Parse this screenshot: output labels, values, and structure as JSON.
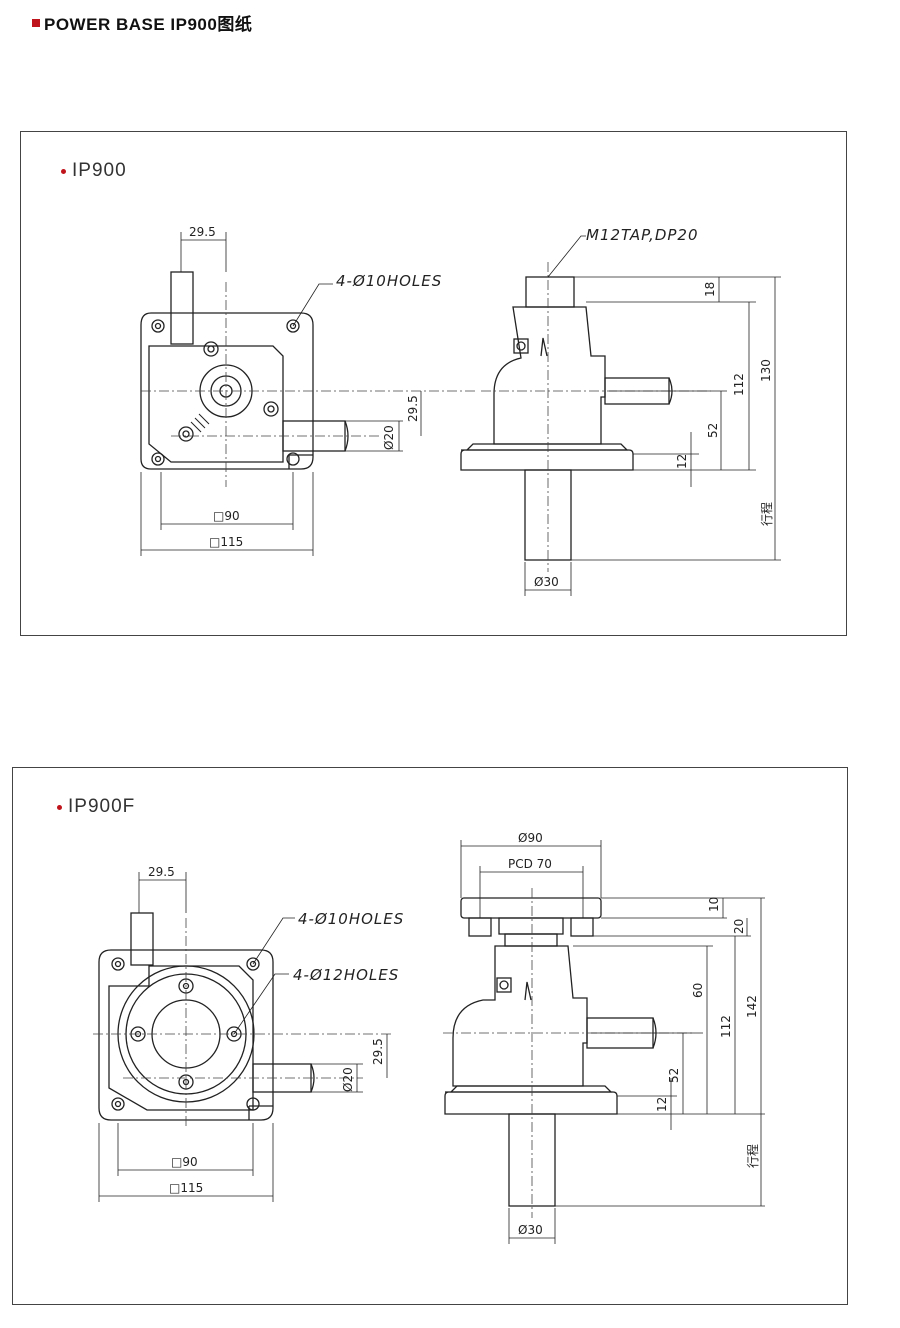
{
  "header": {
    "title": "POWER BASE IP900图纸",
    "accent": "#c0141c"
  },
  "panel1": {
    "title": "IP900",
    "left_view": {
      "dim_top": "29.5",
      "holes": "4-Ø10HOLES",
      "dim_shaft_offset": "29.5",
      "dim_shaft_dia": "Ø20",
      "dim_inner_square": "□90",
      "dim_outer_square": "□115"
    },
    "right_view": {
      "tap": "M12TAP,DP20",
      "dim_18": "18",
      "dim_112": "112",
      "dim_130": "130",
      "dim_52": "52",
      "dim_12": "12",
      "stroke": "行程",
      "dim_screw_dia": "Ø30"
    }
  },
  "panel2": {
    "title": "IP900F",
    "left_view": {
      "dim_top": "29.5",
      "holes_10": "4-Ø10HOLES",
      "holes_12": "4-Ø12HOLES",
      "dim_shaft_offset": "29.5",
      "dim_shaft_dia": "Ø20",
      "dim_inner_square": "□90",
      "dim_outer_square": "□115"
    },
    "right_view": {
      "dim_flange_dia": "Ø90",
      "dim_pcd": "PCD 70",
      "dim_10": "10",
      "dim_20": "20",
      "dim_60": "60",
      "dim_112": "112",
      "dim_142": "142",
      "dim_52": "52",
      "dim_12": "12",
      "stroke": "行程",
      "dim_screw_dia": "Ø30"
    }
  }
}
